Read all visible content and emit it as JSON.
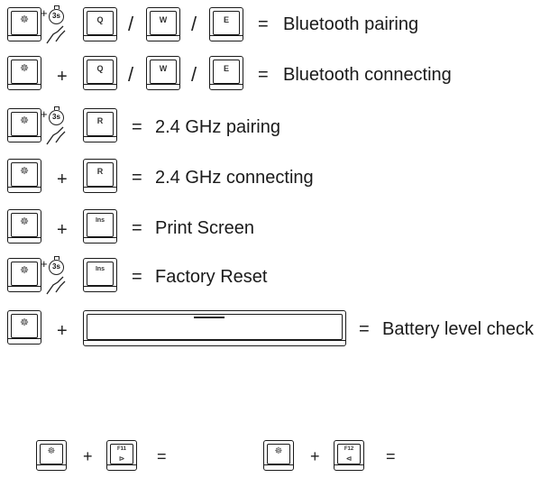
{
  "rows": [
    {
      "id": "bt-pair",
      "label": "Bluetooth pairing",
      "hold": true,
      "keys": [
        "Q",
        "W",
        "E"
      ]
    },
    {
      "id": "bt-connect",
      "label": "Bluetooth connecting",
      "hold": false,
      "keys": [
        "Q",
        "W",
        "E"
      ]
    },
    {
      "id": "g24-pair",
      "label": "2.4 GHz pairing",
      "hold": true,
      "keys": [
        "R"
      ]
    },
    {
      "id": "g24-connect",
      "label": "2.4 GHz connecting",
      "hold": false,
      "keys": [
        "R"
      ]
    },
    {
      "id": "print-screen",
      "label": "Print Screen",
      "hold": false,
      "keys": [
        "Ins"
      ]
    },
    {
      "id": "factory-reset",
      "label": "Factory Reset",
      "hold": true,
      "keys": [
        "Ins"
      ]
    },
    {
      "id": "battery",
      "label": "Battery level check",
      "hold": false,
      "keys": [
        "space"
      ]
    }
  ],
  "symbols": {
    "plus": "+",
    "slash": "/",
    "equals": "=",
    "hold_time": "3s",
    "fn_icon": "fn-icon"
  },
  "bottom": [
    {
      "key": "F11",
      "sub": "⊳"
    },
    {
      "key": "F12",
      "sub": "⊲"
    }
  ]
}
